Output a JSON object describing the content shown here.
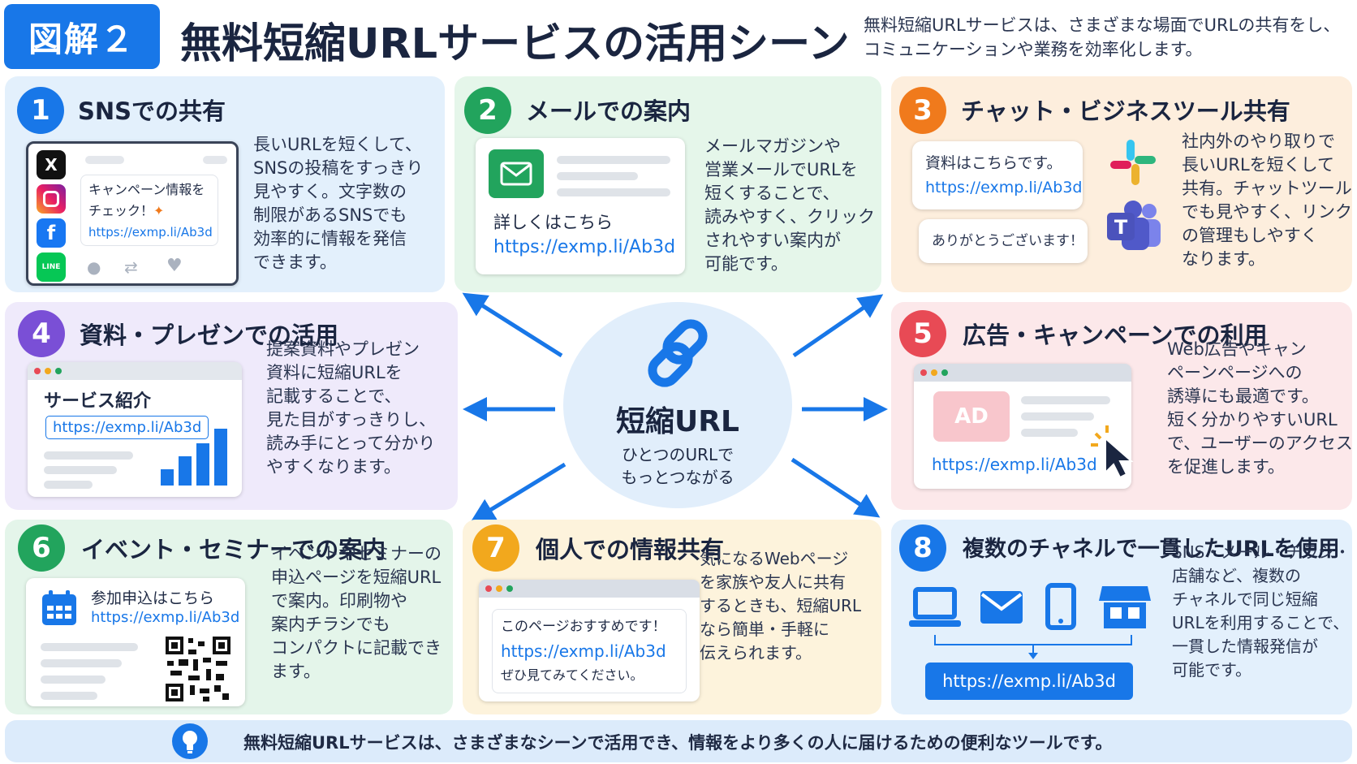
{
  "header": {
    "badge": "図解２",
    "title": "無料短縮URLサービスの活用シーン",
    "description": "無料短縮URLサービスは、さまざまな場面でURLの共有をし、コミュニケーションや業務を効率化します。"
  },
  "center": {
    "title": "短縮URL",
    "subtitle_line1": "ひとつのURLで",
    "subtitle_line2": "もっとつながる"
  },
  "sample_url": "https://exmp.li/Ab3d",
  "colors": {
    "blue": "#1877e8",
    "green": "#22a45d",
    "orange": "#f07a1c",
    "purple": "#7a4fd6",
    "red": "#e84a55",
    "yellow": "#f2a81d"
  },
  "cards": [
    {
      "num": "1",
      "title": "SNSでの共有",
      "lines": [
        "長いURLを短くして、",
        "SNSの投稿をすっきり",
        "見やすく。文字数の",
        "制限があるSNSでも",
        "効率的に情報を発信",
        "できます。"
      ],
      "mock_line1": "キャンペーン情報を",
      "mock_line2": "チェック！",
      "icons": [
        "x-logo",
        "instagram-logo",
        "facebook-logo",
        "line-logo"
      ]
    },
    {
      "num": "2",
      "title": "メールでの案内",
      "lines": [
        "メールマガジンや",
        "営業メールでURLを",
        "短くすることで、",
        "読みやすく、クリック",
        "されやすい案内が",
        "可能です。"
      ],
      "mock_text": "詳しくはこちら"
    },
    {
      "num": "3",
      "title": "チャット・ビジネスツール共有",
      "lines": [
        "社内外のやり取りで",
        "長いURLを短くして",
        "共有。チャットツール",
        "でも見やすく、リンク",
        "の管理もしやすく",
        "なります。"
      ],
      "bubble1": "資料はこちらです。",
      "bubble2": "ありがとうございます！"
    },
    {
      "num": "4",
      "title": "資料・プレゼンでの活用",
      "lines": [
        "提案資料やプレゼン",
        "資料に短縮URLを",
        "記載することで、",
        "見た目がすっきりし、",
        "読み手にとって分かり",
        "やすくなります。"
      ],
      "mock_title": "サービス紹介"
    },
    {
      "num": "5",
      "title": "広告・キャンペーンでの利用",
      "lines": [
        "Web広告やキャン",
        "ペーンページへの",
        "誘導にも最適です。",
        "短く分かりやすいURL",
        "で、ユーザーのアクセス",
        "を促進します。"
      ],
      "ad_label": "AD"
    },
    {
      "num": "6",
      "title": "イベント・セミナーでの案内",
      "lines": [
        "イベントやセミナーの",
        "申込ページを短縮URL",
        "で案内。印刷物や",
        "案内チラシでも",
        "コンパクトに記載でき",
        "ます。"
      ],
      "mock_text": "参加申込はこちら"
    },
    {
      "num": "7",
      "title": "個人での情報共有",
      "lines": [
        "気になるWebページ",
        "を家族や友人に共有",
        "するときも、短縮URL",
        "なら簡単・手軽に",
        "伝えられます。"
      ],
      "mock_line1": "このページおすすめです！",
      "mock_line2": "ぜひ見てみてください。"
    },
    {
      "num": "8",
      "title": "複数のチャネルで一貫したURLを使用",
      "lines": [
        "SNS・メール・チラシ・",
        "店舗など、複数の",
        "チャネルで同じ短縮",
        "URLを利用することで、",
        "一貫した情報発信が",
        "可能です。"
      ]
    }
  ],
  "footer": "無料短縮URLサービスは、さまざまなシーンで活用でき、情報をより多くの人に届けるための便利なツールです。"
}
